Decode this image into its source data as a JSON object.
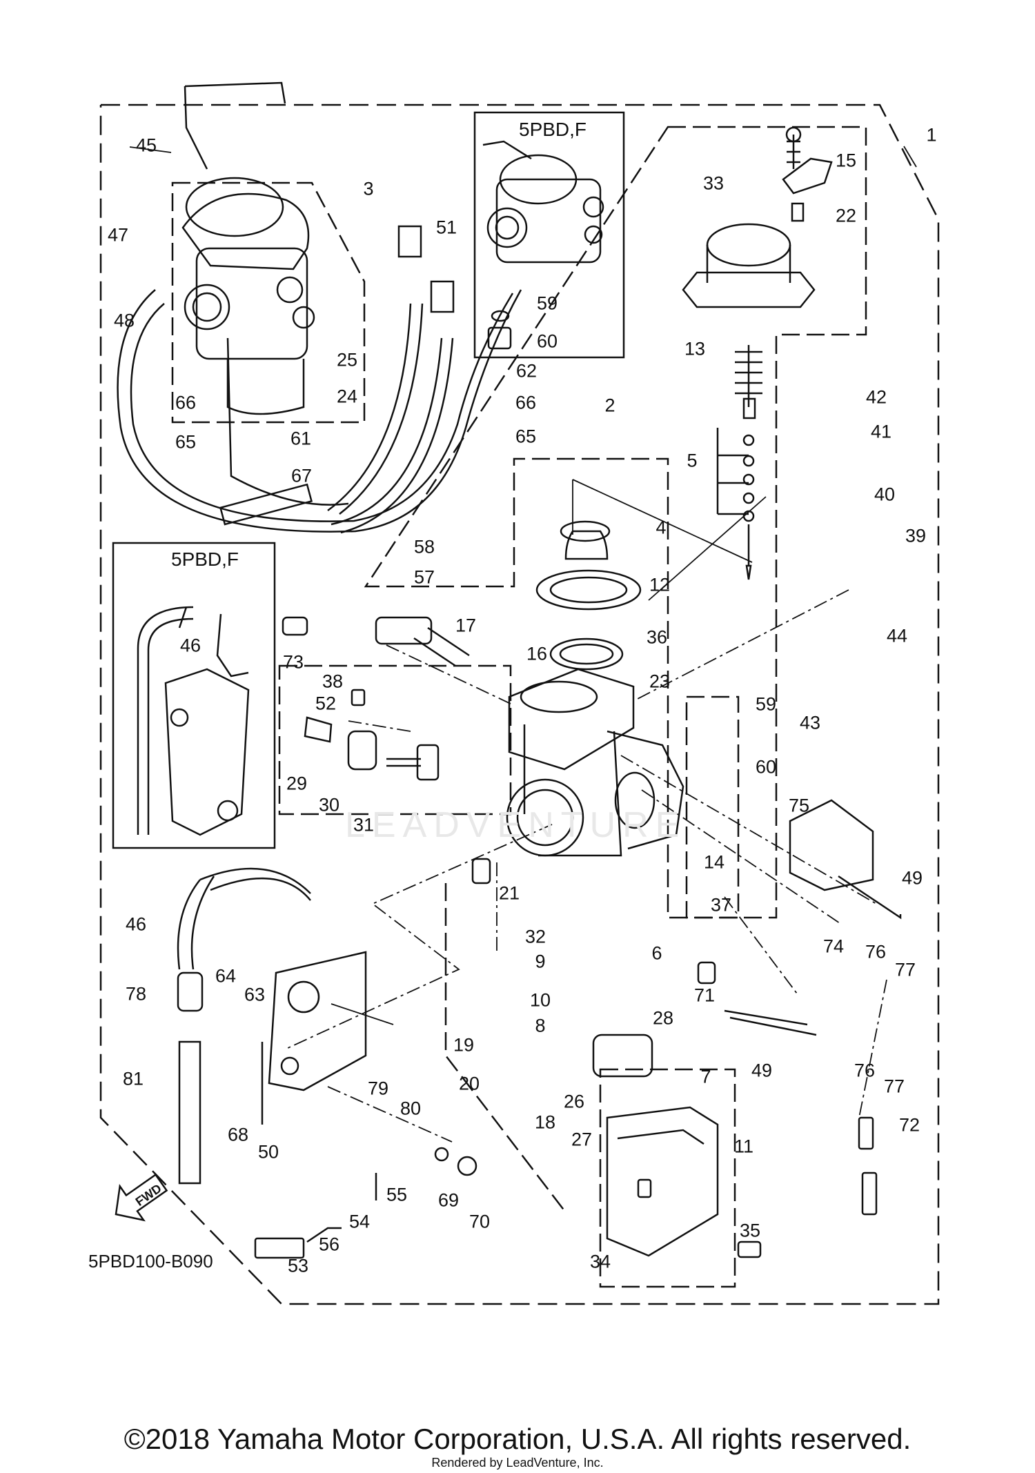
{
  "diagram": {
    "variant_label": "5PBD,F",
    "catalog_code": "5PBD100-B090",
    "fwd_label": "FWD",
    "watermark": "LEADVENTURE",
    "copyright": "©2018 Yamaha Motor Corporation, U.S.A. All rights reserved.",
    "rendered_by": "Rendered by LeadVenture, Inc.",
    "callouts": [
      "1",
      "2",
      "3",
      "4",
      "5",
      "6",
      "7",
      "8",
      "9",
      "10",
      "11",
      "12",
      "13",
      "14",
      "15",
      "16",
      "17",
      "18",
      "19",
      "20",
      "21",
      "22",
      "23",
      "24",
      "25",
      "26",
      "27",
      "28",
      "29",
      "30",
      "31",
      "32",
      "33",
      "34",
      "35",
      "36",
      "37",
      "38",
      "39",
      "40",
      "41",
      "42",
      "43",
      "44",
      "45",
      "46",
      "46",
      "47",
      "48",
      "49",
      "49",
      "50",
      "51",
      "52",
      "53",
      "54",
      "55",
      "56",
      "57",
      "58",
      "59",
      "59",
      "60",
      "60",
      "61",
      "62",
      "63",
      "64",
      "65",
      "65",
      "66",
      "66",
      "67",
      "68",
      "69",
      "70",
      "71",
      "72",
      "73",
      "74",
      "75",
      "76",
      "76",
      "77",
      "77",
      "78",
      "79",
      "80",
      "81"
    ]
  }
}
